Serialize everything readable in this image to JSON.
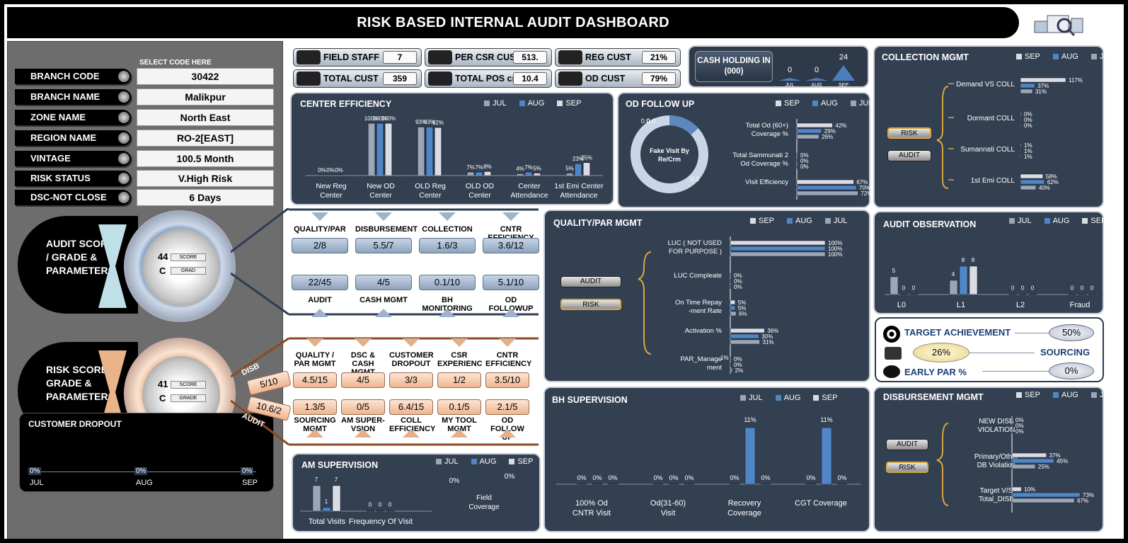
{
  "title": "RISK BASED INTERNAL AUDIT DASHBOARD",
  "select_hint": "SELECT CODE HERE",
  "fields": [
    {
      "label": "BRANCH CODE",
      "value": "30422"
    },
    {
      "label": "BRANCH NAME",
      "value": "Malikpur"
    },
    {
      "label": "ZONE NAME",
      "value": "North East"
    },
    {
      "label": "REGION NAME",
      "value": "RO-2[EAST]"
    },
    {
      "label": "VINTAGE",
      "value": "100.5 Month"
    },
    {
      "label": "RISK STATUS",
      "value": "V.High Risk"
    },
    {
      "label": "DSC-NOT CLOSE",
      "value": "6 Days"
    }
  ],
  "audit_score": {
    "label_lines": [
      "AUDIT SCORE",
      "/ GRADE &",
      "PARAMETERS"
    ],
    "score": "44",
    "grade": "C",
    "score_tag": "SCORE",
    "grade_tag": "GRAD"
  },
  "risk_score": {
    "label_lines": [
      "RISK SCORE /",
      "GRADE &",
      "PARAMETERS"
    ],
    "score": "41",
    "grade": "C",
    "score_tag": "SCORE",
    "grade_tag": "GRADE",
    "disb_label": "DISB",
    "disb_value": "5/10",
    "audit_label": "AUDIT",
    "audit_value": "10.6/2"
  },
  "customer_dropout": {
    "title": "CUSTOMER DROPOUT",
    "points": [
      {
        "label": "JUL",
        "value": "0%"
      },
      {
        "label": "AUG",
        "value": "0%"
      },
      {
        "label": "SEP",
        "value": "0%"
      }
    ]
  },
  "kpis": [
    {
      "label": "FIELD STAFF",
      "value": "7"
    },
    {
      "label": "PER CSR CUST",
      "value": "513."
    },
    {
      "label": "REG CUST",
      "value": "21%"
    },
    {
      "label": "TOTAL CUST",
      "value": "359"
    },
    {
      "label": "TOTAL POS cr.",
      "value": "10.4"
    },
    {
      "label": "OD CUST",
      "value": "79%"
    }
  ],
  "cash_holding": {
    "label": "CASH HOLDING IN (000)",
    "values": [
      0,
      0,
      24
    ],
    "months": [
      "JUL",
      "AUG",
      "SEP"
    ]
  },
  "colors": {
    "sep": "#d9dde3",
    "aug": "#4f86c6",
    "jul": "#9aa7b7",
    "panel": "#334052",
    "peach": "#f0b48e"
  },
  "center_efficiency": {
    "title": "CENTER EFFICIENCY",
    "legend": [
      "JUL",
      "AUG",
      "SEP"
    ],
    "categories": [
      "New Reg Center",
      "New OD Center",
      "OLD Reg Center",
      "OLD OD Center",
      "Center Attendance",
      "1st Emi Center Attendance"
    ],
    "series": [
      {
        "name": "JUL",
        "values": [
          0,
          100,
          93,
          7,
          4,
          5
        ]
      },
      {
        "name": "AUG",
        "values": [
          0,
          100,
          93,
          7,
          7,
          23
        ]
      },
      {
        "name": "SEP",
        "values": [
          0,
          100,
          92,
          8,
          5,
          25
        ]
      }
    ],
    "labels": [
      [
        "0%",
        "0%",
        "0%"
      ],
      [
        "100%",
        "100%",
        "100%"
      ],
      [
        "93%",
        "93%",
        "92%"
      ],
      [
        "7%",
        "7%",
        "8%"
      ],
      [
        "4%",
        "7%",
        "5%"
      ],
      [
        "5%",
        "23%",
        "25%"
      ]
    ]
  },
  "od_follow_up": {
    "title": "OD FOLLOW UP",
    "legend": [
      "SEP",
      "AUG",
      "JUL"
    ],
    "donut_label": "Fake Visit By Re/Crm",
    "donut_values": [
      "0.0",
      "0.0",
      "0.0"
    ],
    "categories": [
      "Total Od (60+) Coverage %",
      "Total Sammunati 2 Od Coverage %",
      "Visit Efficiency"
    ],
    "series": [
      {
        "name": "SEP",
        "values": [
          42,
          0,
          67
        ]
      },
      {
        "name": "AUG",
        "values": [
          29,
          0,
          70
        ]
      },
      {
        "name": "JUL",
        "values": [
          26,
          0,
          72
        ]
      }
    ],
    "labels": [
      [
        "42%",
        "29%",
        "26%"
      ],
      [
        "0%",
        "0%",
        "0%"
      ],
      [
        "67%",
        "70%",
        "72%"
      ]
    ]
  },
  "collection_mgmt": {
    "title": "COLLECTION MGMT",
    "legend": [
      "SEP",
      "AUG",
      "JUL"
    ],
    "btn_risk": "RISK",
    "btn_audit": "AUDIT",
    "categories": [
      "Demand VS COLL",
      "Dormant COLL",
      "Sumannati COLL",
      "1st Emi COLL"
    ],
    "series": [
      {
        "name": "SEP",
        "values": [
          117,
          0,
          1,
          58
        ]
      },
      {
        "name": "AUG",
        "values": [
          37,
          0,
          1,
          62
        ]
      },
      {
        "name": "JUL",
        "values": [
          31,
          0,
          1,
          40
        ]
      }
    ],
    "labels": [
      [
        "117%",
        "37%",
        "31%"
      ],
      [
        "0%",
        "0%",
        "0%"
      ],
      [
        "1%",
        "1%",
        "1%"
      ],
      [
        "58%",
        "62%",
        "40%"
      ]
    ]
  },
  "score_params_audit": {
    "top": [
      {
        "label": "QUALITY/PAR",
        "value": "2/8"
      },
      {
        "label": "DISBURSEMENT",
        "value": "5.5/7"
      },
      {
        "label": "COLLECTION",
        "value": "1.6/3"
      },
      {
        "label": "CNTR EFFICIENCY",
        "value": "3.6/12"
      }
    ],
    "bottom": [
      {
        "label": "AUDIT",
        "value": "22/45"
      },
      {
        "label": "CASH MGMT",
        "value": "4/5"
      },
      {
        "label": "BH MONITORING",
        "value": "0.1/10"
      },
      {
        "label": "OD FOLLOWUP",
        "value": "5.1/10"
      }
    ]
  },
  "score_params_risk": {
    "top": [
      {
        "label": "QUALITY / PAR MGMT",
        "value": "4.5/15"
      },
      {
        "label": "DSC & CASH MGMT",
        "value": "4/5"
      },
      {
        "label": "CUSTOMER DROPOUT",
        "value": "3/3"
      },
      {
        "label": "CSR EXPERIENC",
        "value": "1/2"
      },
      {
        "label": "CNTR EFFICIENCY",
        "value": "3.5/10"
      }
    ],
    "bottom": [
      {
        "label": "SOURCING MGMT",
        "value": "1.3/5"
      },
      {
        "label": "AM SUPER-VSION",
        "value": "0/5"
      },
      {
        "label": "COLL EFFICIENCY",
        "value": "6.4/15"
      },
      {
        "label": "MY TOOL MGMT",
        "value": "0.1/5"
      },
      {
        "label": "OD FOLLOW UP",
        "value": "2.1/5"
      }
    ]
  },
  "quality_par": {
    "title": "QUALITY/PAR MGMT",
    "legend": [
      "SEP",
      "AUG",
      "JUL"
    ],
    "btn_audit": "AUDIT",
    "btn_risk": "RISK",
    "categories": [
      "LUC ( NOT USED FOR PURPOSE )",
      "LUC Compleate",
      "On Time Repay -ment Rate",
      "Activation %",
      "PAR_Manage ment"
    ],
    "series": [
      {
        "name": "SEP",
        "values": [
          100,
          0,
          5,
          36,
          0
        ]
      },
      {
        "name": "AUG",
        "values": [
          100,
          0,
          5,
          30,
          0
        ]
      },
      {
        "name": "JUL",
        "values": [
          100,
          0,
          6,
          31,
          2
        ]
      }
    ],
    "labels": [
      [
        "100%",
        "100%",
        "100%"
      ],
      [
        "0%",
        "0%",
        "0%"
      ],
      [
        "5%",
        "5%",
        "6%"
      ],
      [
        "36%",
        "30%",
        "31%"
      ],
      [
        "0%",
        "0%",
        "2%"
      ]
    ],
    "extra_label": "1%"
  },
  "audit_observation": {
    "title": "AUDIT OBSERVATION",
    "legend": [
      "JUL",
      "AUG",
      "SEP"
    ],
    "categories": [
      "L0",
      "L1",
      "L2",
      "Fraud"
    ],
    "series": [
      {
        "name": "JUL",
        "values": [
          5,
          4,
          0,
          0
        ]
      },
      {
        "name": "AUG",
        "values": [
          0,
          8,
          0,
          0
        ]
      },
      {
        "name": "SEP",
        "values": [
          0,
          8,
          0,
          0
        ]
      }
    ]
  },
  "targets": {
    "target_label": "TARGET ACHIEVEMENT",
    "target_value": "50%",
    "sourcing_label": "SOURCING",
    "sourcing_value": "26%",
    "par_label": "EARLY PAR %",
    "par_value": "0%"
  },
  "am_supervision": {
    "title": "AM SUPERVISION",
    "legend": [
      "JUL",
      "AUG",
      "SEP"
    ],
    "categories": [
      "Total Visits",
      "Frequency Of Visit",
      "Field Coverage"
    ],
    "series": [
      {
        "name": "JUL",
        "values": [
          7,
          0
        ]
      },
      {
        "name": "AUG",
        "values": [
          1,
          0
        ]
      },
      {
        "name": "SEP",
        "values": [
          7,
          0
        ]
      }
    ],
    "field_coverage": [
      "0%",
      "0%"
    ]
  },
  "bh_supervision": {
    "title": "BH SUPERVISION",
    "legend": [
      "JUL",
      "AUG",
      "SEP"
    ],
    "categories": [
      "100% Od CNTR Visit",
      "Od(31-60) Visit",
      "Recovery Coverage",
      "CGT Coverage"
    ],
    "series": [
      {
        "name": "JUL",
        "values": [
          0,
          0,
          0,
          0
        ]
      },
      {
        "name": "AUG",
        "values": [
          0,
          0,
          11,
          11
        ]
      },
      {
        "name": "SEP",
        "values": [
          0,
          0,
          0,
          0
        ]
      }
    ],
    "labels": [
      [
        "0%",
        "0%",
        "0%"
      ],
      [
        "0%",
        "0%",
        "0%"
      ],
      [
        "0%",
        "11%",
        "0%"
      ],
      [
        "0%",
        "11%",
        "0%"
      ]
    ]
  },
  "disbursement_mgmt": {
    "title": "DISBURSEMENT MGMT",
    "legend": [
      "SEP",
      "AUG",
      "JUL"
    ],
    "btn_audit": "AUDIT",
    "btn_risk": "RISK",
    "categories": [
      "NEW DISB VIOLATION",
      "Primary/Other DB Violation",
      "Target V/S Total_DISB"
    ],
    "series": [
      {
        "name": "SEP",
        "values": [
          0,
          37,
          10
        ]
      },
      {
        "name": "AUG",
        "values": [
          0,
          45,
          73
        ]
      },
      {
        "name": "JUL",
        "values": [
          0,
          25,
          67
        ]
      }
    ],
    "labels": [
      [
        "0%",
        "0%",
        "0%"
      ],
      [
        "37%",
        "45%",
        "25%"
      ],
      [
        "10%",
        "73%",
        "67%"
      ]
    ]
  }
}
